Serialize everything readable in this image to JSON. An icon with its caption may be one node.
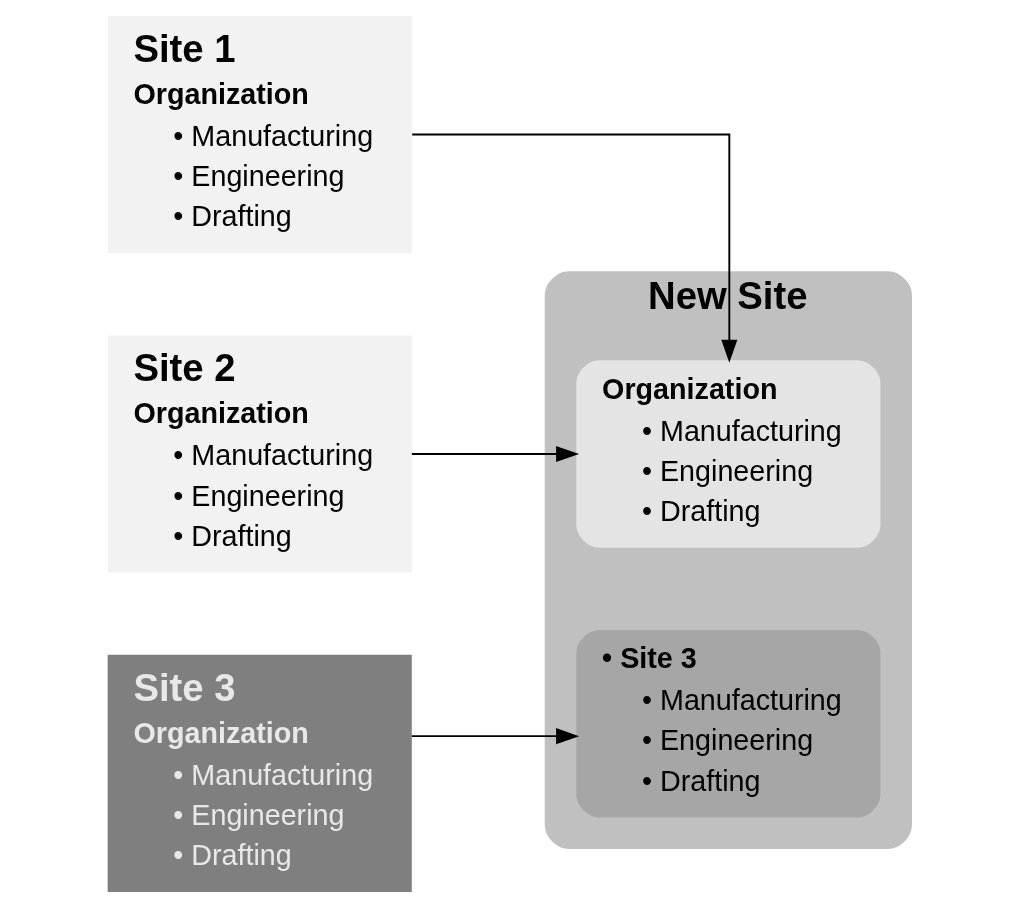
{
  "diagram": {
    "nodes": [
      {
        "text": [
          "Site 1",
          "Organization",
          "• Manufacturing",
          "• Engineering",
          "• Drafting"
        ]
      },
      {
        "text": [
          "Site 2",
          "Organization",
          "• Manufacturing",
          "• Engineering",
          "• Drafting"
        ]
      },
      {
        "text": [
          "Site 3",
          "Organization",
          "• Manufacturing",
          "• Engineering",
          "• Drafting"
        ]
      },
      {
        "text": [
          "New Site"
        ]
      },
      {
        "text": [
          "Organization",
          "• Manufacturing",
          "• Engineering",
          "• Drafting"
        ],
        "in": 3
      },
      {
        "text": [
          "• Site 3",
          "• Manufacturing",
          "• Engineering",
          "• Drafting"
        ],
        "in": 3
      }
    ],
    "edges": [
      {
        "from": 0,
        "to": 4,
        "arrow": "to"
      },
      {
        "from": 1,
        "to": 4,
        "arrow": "to"
      },
      {
        "from": 2,
        "to": 5,
        "arrow": "to"
      }
    ]
  }
}
